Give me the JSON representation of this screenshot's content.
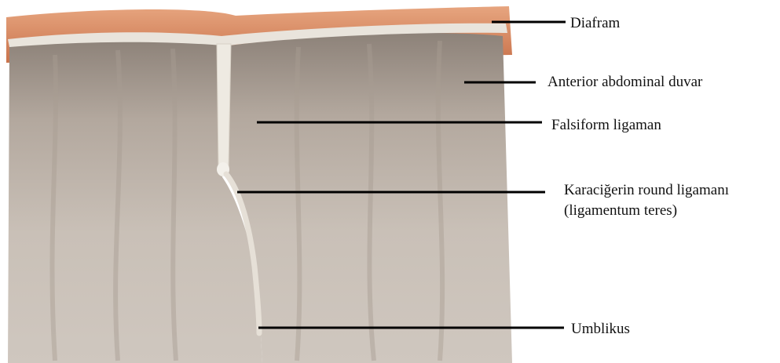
{
  "labels": {
    "diafram": "Diafram",
    "anterior_wall": "Anterior abdominal duvar",
    "falciform": "Falsiform ligaman",
    "round_ligament_line1": "Karaciğerin round ligamanı",
    "round_ligament_line2": "(ligamentum teres)",
    "umbilicus": "Umblikus"
  },
  "colors": {
    "diaphragm_muscle": "#d98b62",
    "peritoneum": "#b8ada3",
    "ligament": "#eeeae2",
    "leader_line": "#000000"
  }
}
